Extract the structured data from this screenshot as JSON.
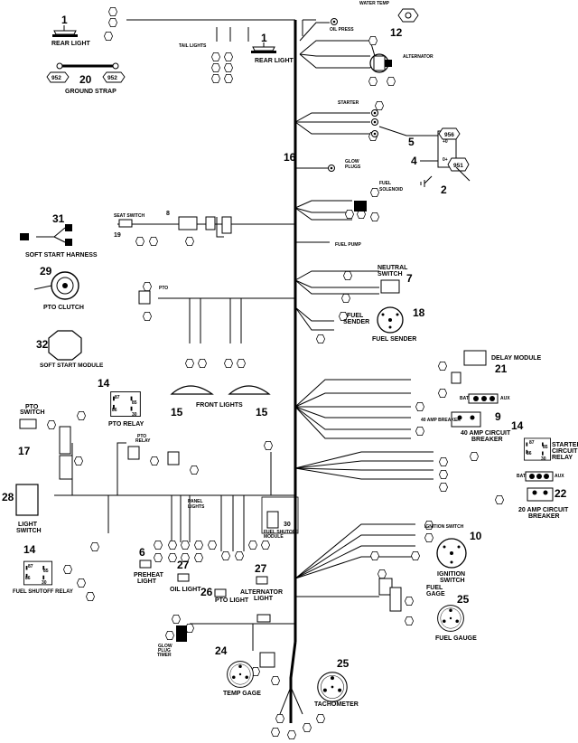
{
  "components": {
    "rear_light_left": {
      "number": "1",
      "label": "REAR LIGHT"
    },
    "ground_strap": {
      "number": "20",
      "label": "GROUND STRAP",
      "tag_left": "952",
      "tag_right": "952"
    },
    "tail_lights": {
      "label": "TAIL LIGHTS"
    },
    "rear_light_right": {
      "number": "1",
      "label": "REAR LIGHT"
    },
    "water_temp": {
      "label": "WATER TEMP"
    },
    "oil_press": {
      "label": "OIL PRESS"
    },
    "sensor_12": {
      "number": "12"
    },
    "alternator": {
      "label": "ALTERNATOR"
    },
    "starter": {
      "label": "STARTER"
    },
    "starter_solenoid": {
      "number": "4"
    },
    "wire_5": {
      "number": "5"
    },
    "ground_2": {
      "number": "2"
    },
    "tag_956": {
      "label": "956"
    },
    "tag_951": {
      "label": "951"
    },
    "harness_16": {
      "number": "16"
    },
    "glow_plugs": {
      "label": "GLOW PLUGS"
    },
    "fuel_solenoid": {
      "label": "FUEL SOLENOID"
    },
    "seat_switch": {
      "label": "SEAT SWITCH",
      "number": "19",
      "conn": "8"
    },
    "soft_start_harness": {
      "number": "31",
      "label": "SOFT START HARNESS"
    },
    "fuel_pump": {
      "label": "FUEL PUMP"
    },
    "pto_clutch": {
      "number": "29",
      "label": "PTO CLUTCH"
    },
    "pto": {
      "label": "PTO"
    },
    "neutral_switch": {
      "label": "NEUTRAL SWITCH",
      "number": "7"
    },
    "fuel_sender_conn": {
      "label": "FUEL SENDER"
    },
    "fuel_sender": {
      "number": "18",
      "label": "FUEL SENDER"
    },
    "soft_start_module": {
      "number": "32",
      "label": "SOFT START MODULE"
    },
    "delay_module": {
      "number": "21",
      "label": "DELAY MODULE"
    },
    "pto_relay": {
      "number": "14",
      "label": "PTO RELAY",
      "pins": [
        "87",
        "85",
        "86",
        "30"
      ]
    },
    "front_lights": {
      "number": "15",
      "label": "FRONT LIGHTS"
    },
    "bat_aux_top": {
      "bat": "BAT",
      "aux": "AUX"
    },
    "breaker_40": {
      "number": "9",
      "label": "40 AMP CIRCUIT BREAKER",
      "lead": "40 AMP BREAKER"
    },
    "starter_relay": {
      "number": "14",
      "label": "STARTER CIRCUIT RELAY",
      "pins": [
        "87",
        "85",
        "86",
        "30"
      ]
    },
    "pto_switch": {
      "number": "17",
      "label": "PTO SWITCH"
    },
    "pto_relay_conn": {
      "label": "PTO RELAY"
    },
    "light_switch": {
      "number": "28",
      "label": "LIGHT SWITCH"
    },
    "bat_aux_bottom": {
      "bat": "BAT",
      "aux": "AUX"
    },
    "breaker_20": {
      "number": "22",
      "label": "20 AMP CIRCUIT BREAKER"
    },
    "panel_lights": {
      "label": "PANEL LIGHTS"
    },
    "fuel_shutoff_module": {
      "label": "FUEL SHUTOFF MODULE",
      "pin": "30"
    },
    "ignition_switch_conn": {
      "label": "IGNITION SWITCH"
    },
    "ignition_switch": {
      "number": "10",
      "label": "IGNITION SWITCH"
    },
    "fuel_shutoff_relay": {
      "number": "14",
      "label": "FUEL SHUTOFF RELAY",
      "pins": [
        "87",
        "85",
        "86",
        "30"
      ]
    },
    "preheat_light": {
      "number": "6",
      "label": "PREHEAT LIGHT"
    },
    "oil_light": {
      "number": "27",
      "label": "OIL LIGHT"
    },
    "alternator_light": {
      "number": "27",
      "label": "ALTERNATOR LIGHT"
    },
    "pto_light": {
      "number": "26",
      "label": "PTO LIGHT"
    },
    "fuel_gage_conn": {
      "label": "FUEL GAGE"
    },
    "fuel_gauge": {
      "number": "25",
      "label": "FUEL GAUGE"
    },
    "glow_plug_timer": {
      "label": "GLOW PLUG TIMER"
    },
    "temp_gage": {
      "number": "24",
      "label": "TEMP GAGE"
    },
    "tachometer": {
      "number": "25",
      "label": "TACHOMETER"
    }
  }
}
